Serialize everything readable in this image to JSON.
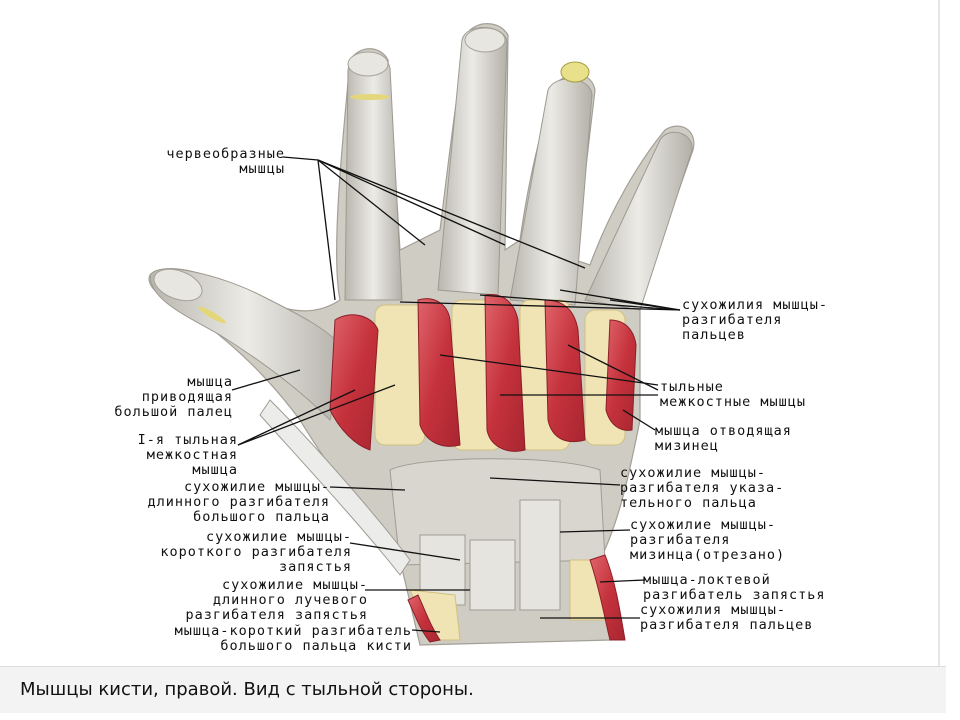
{
  "labels": {
    "lumbricals": "червеобразные\n        мышцы",
    "extensor_tendons": "сухожилия мышцы-\nразгибателя\nпальцев",
    "adductor_pollicis": "    мышца\nприводящая\nбольшой палец",
    "dorsal_interossei": "тыльные\nмежкостные мышцы",
    "abductor_digiti_minimi": "мышца отводящая\nмизинец",
    "first_dorsal_interosseous": "I-я тыльная\n межкостная\n      мышца",
    "extensor_indicis_tendon": "сухожилие мышцы-\nразгибателя указа-\nтельного пальца",
    "extensor_pollicis_longus_tendon": "сухожилие мышцы-\nдлинного разгибателя\n  большого пальца",
    "extensor_digiti_minimi_tendon": "сухожилие мышцы-\nразгибателя\nмизинца(отрезано)",
    "extensor_carpi_radialis_brevis_tendon": "сухожилие мышцы-\nкороткого разгибателя\n        запястья",
    "extensor_carpi_ulnaris": "мышца-локтевой\nразгибатель запястья",
    "extensor_carpi_radialis_longus_tendon": "сухожилие мышцы-\nдлинного лучевого\nразгибателя запястья",
    "extensor_digitorum_tendons_lower": "сухожилия мышцы-\nразгибателя пальцев",
    "extensor_pollicis_brevis": "мышца-короткий разгибатель\n большого пальца кисти"
  },
  "caption": "Мышцы кисти, правой. Вид с тыльной стороны.",
  "colors": {
    "muscle": "#c9353f",
    "bone": "#efe4b8",
    "tendon": "#d8d6d0",
    "leader": "#111111"
  }
}
